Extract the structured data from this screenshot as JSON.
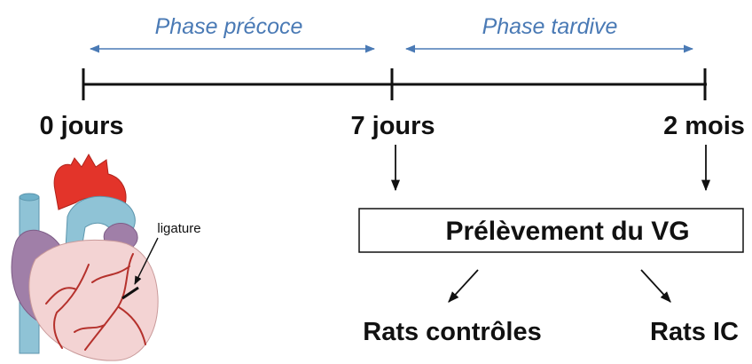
{
  "phases": {
    "early": "Phase précoce",
    "late": "Phase tardive"
  },
  "timepoints": {
    "t0": "0 jours",
    "t7": "7 jours",
    "t2m": "2 mois"
  },
  "sampling_box": "Prélèvement du VG",
  "groups": {
    "control": "Rats contrôles",
    "ic": "Rats IC"
  },
  "heart": {
    "ligature_label": "ligature"
  },
  "colors": {
    "phase_text": "#4a7ab5",
    "phase_arrow": "#4a7ab5",
    "timeline": "#111111",
    "heart_red": "#e3342a",
    "heart_blue": "#8fc3d6",
    "heart_purple": "#a07fa8",
    "heart_pink": "#f3d3d3",
    "vessels": "#b5312c"
  }
}
